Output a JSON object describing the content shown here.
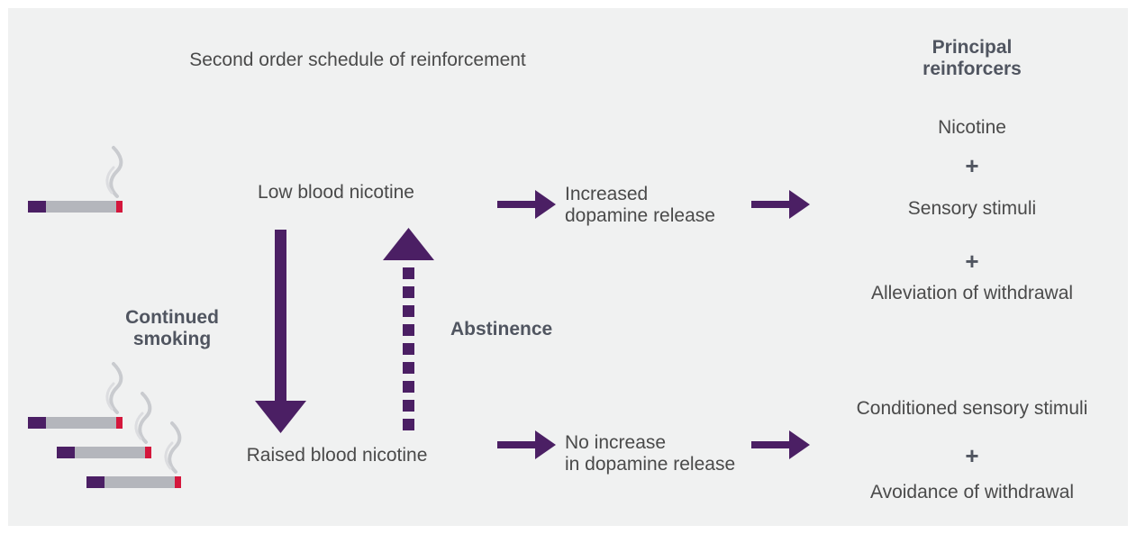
{
  "title": "Second order schedule of reinforcement",
  "principal_header": [
    "Principal",
    "reinforcers"
  ],
  "states": {
    "low": "Low blood nicotine",
    "raised": "Raised blood nicotine"
  },
  "transitions": {
    "continued": [
      "Continued",
      "smoking"
    ],
    "abstinence": "Abstinence"
  },
  "dopamine": {
    "increased": [
      "Increased",
      "dopamine release"
    ],
    "no_increase": [
      "No increase",
      "in dopamine release"
    ]
  },
  "reinforcers_top": {
    "r1": "Nicotine",
    "r2": "Sensory stimuli",
    "r3": "Alleviation of withdrawal"
  },
  "reinforcers_bottom": {
    "r1": "Conditioned sensory stimuli",
    "r2": "Avoidance of withdrawal"
  },
  "plus": "+",
  "colors": {
    "background": "#f0f1f1",
    "purple": "#4b1f64",
    "text": "#4a4a4a",
    "cigarette_body": "#b4b6bc",
    "cigarette_ember": "#d4173c",
    "smoke": "#c9cbcf"
  },
  "icons": [
    "cigarette-icon",
    "three-cigarettes-icon",
    "arrow-right-icon",
    "arrow-down-icon",
    "dashed-arrow-up-icon"
  ]
}
